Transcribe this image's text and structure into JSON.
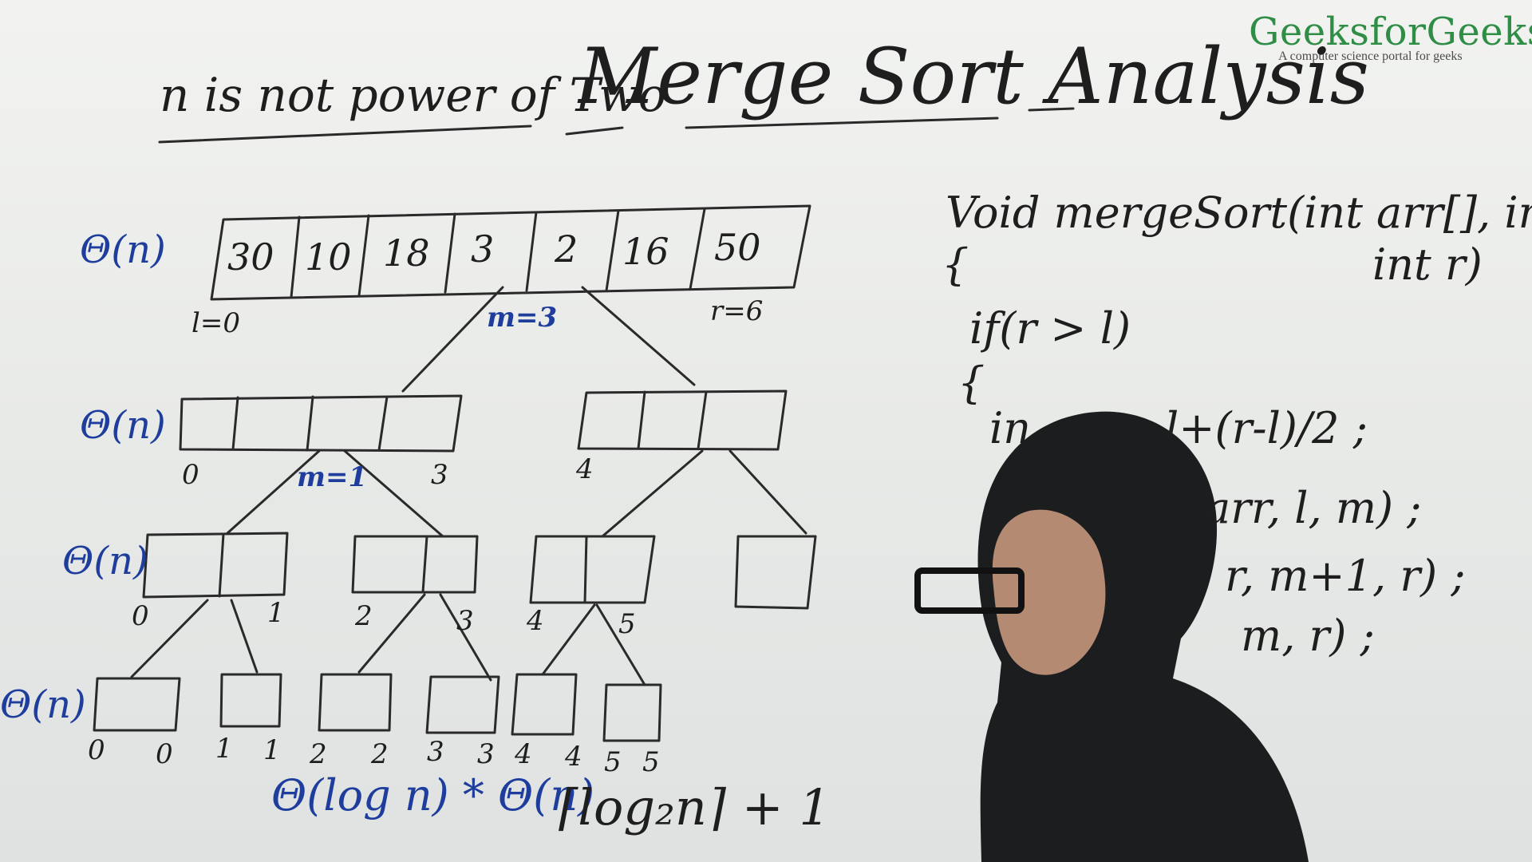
{
  "logo": {
    "name": "GeeksforGeeks",
    "tagline": "A computer science portal for geeks"
  },
  "title": {
    "prefix": "n is not power of Two",
    "main": "Merge  Sort  Analysis"
  },
  "levels": {
    "labels": [
      "Θ(n)",
      "Θ(n)",
      "Θ(n)",
      "Θ(n)"
    ]
  },
  "array": {
    "values": [
      "30",
      "10",
      "18",
      "3",
      "2",
      "16",
      "50"
    ],
    "left_label": "l=0",
    "mid_label": "m=3",
    "right_label": "r=6"
  },
  "level2": {
    "indices": [
      "0",
      "3",
      "4"
    ],
    "mid_label": "m=1"
  },
  "level3": {
    "indices": [
      "0",
      "1",
      "2",
      "3",
      "4",
      "5"
    ]
  },
  "level4": {
    "indices": [
      "0",
      "0",
      "1",
      "1",
      "2",
      "2",
      "3",
      "3",
      "4",
      "4",
      "5",
      "5"
    ]
  },
  "formulas": {
    "total": "Θ(log n) * Θ(n)",
    "height": "⌈log₂n⌉ + 1"
  },
  "code": {
    "line1": "Void mergeSort(int arr[], int l,",
    "line2": "int r)",
    "line3": "{",
    "line4": "if(r > l)",
    "line5": "{",
    "line6_start": "in",
    "line6_end": "l+(r-l)/2 ;",
    "line7": "arr, l, m) ;",
    "line8": "r, m+1, r) ;",
    "line9": "m, r) ;"
  },
  "colors": {
    "board": "#eceeec",
    "ink_black": "#1e1e1e",
    "ink_blue": "#1f3d9c",
    "logo_green": "#2f8d46"
  }
}
